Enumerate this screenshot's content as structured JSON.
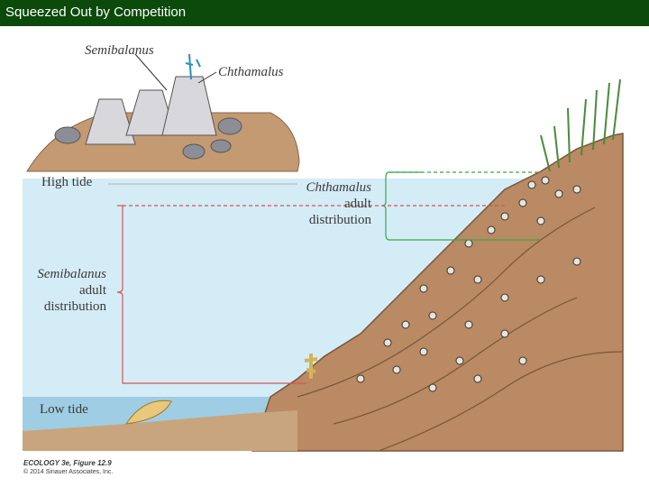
{
  "slide": {
    "title": "Squeezed Out by Competition"
  },
  "figure": {
    "labels": {
      "semibalanus": "Semibalanus",
      "chthamalus": "Chthamalus",
      "high_tide": "High tide",
      "low_tide": "Low tide",
      "chthamalus_distribution": [
        "Chthamalus",
        "adult",
        "distribution"
      ],
      "semibalanus_distribution": [
        "Semibalanus",
        "adult",
        "distribution"
      ]
    },
    "credit": {
      "figure_ref": "ECOLOGY 3e, Figure 12.9",
      "copyright": "© 2014 Sinauer Associates, Inc."
    },
    "colors": {
      "title_bar": "#0b4a0b",
      "water": "#cfe9f4",
      "rock": "#b98a63",
      "chthamalus_bracket": "#3aa845",
      "semibalanus_bracket": "#d9534f"
    }
  }
}
